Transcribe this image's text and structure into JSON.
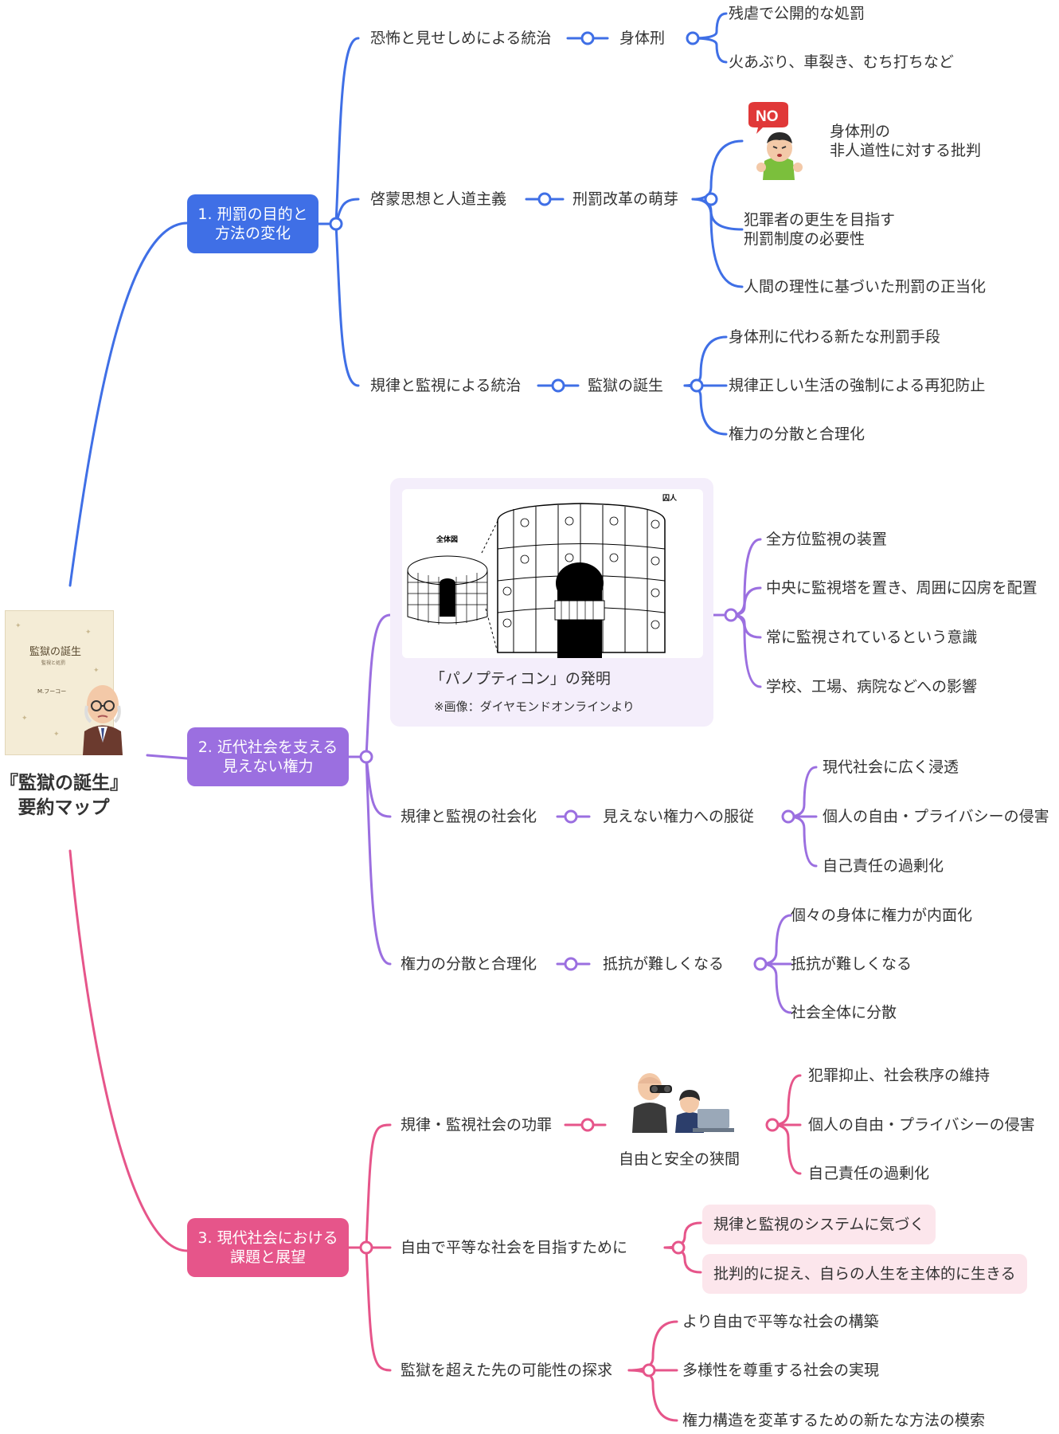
{
  "root": {
    "title": "『監獄の誕生』\n要約マップ"
  },
  "cover": {
    "title": "監獄の誕生",
    "subtitle": "監視と処罰",
    "author": "M.フーコー"
  },
  "colors": {
    "blue": "#3f6fe6",
    "purple": "#9b6fe0",
    "pink": "#e6558a"
  },
  "branches": {
    "b1": {
      "label": "1. 刑罰の目的と\n方法の変化",
      "t1": "恐怖と見せしめによる統治",
      "t1_sub": "身体刑",
      "t1_leaf1": "残虐で公開的な処罰",
      "t1_leaf2": "火あぶり、車裂き、むち打ちなど",
      "t2": "啓蒙思想と人道主義",
      "t2_sub": "刑罰改革の萌芽",
      "t2_no": "NO",
      "t2_leaf1": "身体刑の\n非人道性に対する批判",
      "t2_leaf2": "犯罪者の更生を目指す\n刑罰制度の必要性",
      "t2_leaf3": "人間の理性に基づいた刑罰の正当化",
      "t3": "規律と監視による統治",
      "t3_sub": "監獄の誕生",
      "t3_leaf1": "身体刑に代わる新たな刑罰手段",
      "t3_leaf2": "規律正しい生活の強制による再犯防止",
      "t3_leaf3": "権力の分散と合理化"
    },
    "b2": {
      "label": "2. 近代社会を支える\n見えない権力",
      "panel_caption": "「パノプティコン」の発明",
      "panel_note": "※画像：ダイヤモンドオンラインより",
      "panel_label_whole": "全体図",
      "panel_label_prisoner": "囚人",
      "p_leaf1": "全方位監視の装置",
      "p_leaf2": "中央に監視塔を置き、周囲に囚房を配置",
      "p_leaf3": "常に監視されているという意識",
      "p_leaf4": "学校、工場、病院などへの影響",
      "t2": "規律と監視の社会化",
      "t2_sub": "見えない権力への服従",
      "t2_leaf1": "現代社会に広く浸透",
      "t2_leaf2": "個人の自由・プライバシーの侵害",
      "t2_leaf3": "自己責任の過剰化",
      "t3": "権力の分散と合理化",
      "t3_sub": "抵抗が難しくなる",
      "t3_leaf1": "個々の身体に権力が内面化",
      "t3_leaf2": "抵抗が難しくなる",
      "t3_leaf3": "社会全体に分散"
    },
    "b3": {
      "label": "3. 現代社会における\n課題と展望",
      "t1": "規律・監視社会の功罪",
      "t1_sub": "自由と安全の狭間",
      "t1_leaf1": "犯罪抑止、社会秩序の維持",
      "t1_leaf2": "個人の自由・プライバシーの侵害",
      "t1_leaf3": "自己責任の過剰化",
      "t2": "自由で平等な社会を目指すために",
      "t2_leaf1": "規律と監視のシステムに気づく",
      "t2_leaf2": "批判的に捉え、自らの人生を主体的に生きる",
      "t3": "監獄を超えた先の可能性の探求",
      "t3_leaf1": "より自由で平等な社会の構築",
      "t3_leaf2": "多様性を尊重する社会の実現",
      "t3_leaf3": "権力構造を変革するための新たな方法の模索"
    }
  }
}
